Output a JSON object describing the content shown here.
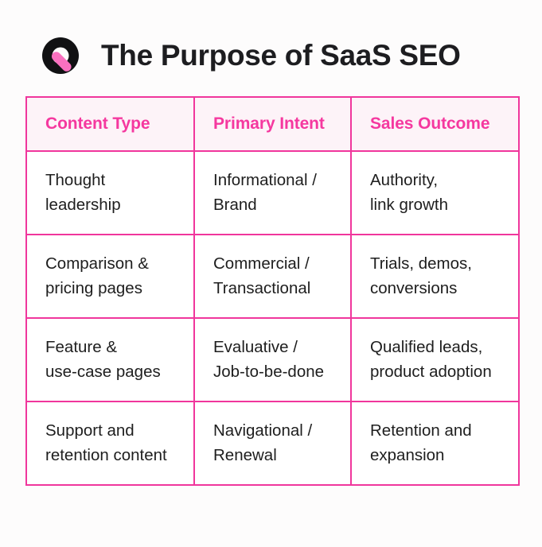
{
  "header": {
    "title": "The Purpose of SaaS SEO",
    "logo_icon": "q-ring-logo-icon"
  },
  "colors": {
    "accent_pink": "#f0369c",
    "header_text_pink": "#f5389f",
    "header_bg_pink": "#fdf3f8",
    "body_text": "#1e1e1e",
    "title_text": "#1d1d20",
    "page_bg": "#fdfcfc",
    "logo_black": "#111113",
    "logo_pink": "#f970bf"
  },
  "table": {
    "columns": [
      {
        "label": "Content Type"
      },
      {
        "label": "Primary Intent"
      },
      {
        "label": "Sales Outcome"
      }
    ],
    "rows": [
      {
        "content_type": {
          "line1": "Thought",
          "line2": "leadership"
        },
        "primary_intent": {
          "line1": "Informational /",
          "line2": "Brand"
        },
        "sales_outcome": {
          "line1": "Authority,",
          "line2": "link growth"
        }
      },
      {
        "content_type": {
          "line1": "Comparison &",
          "line2": "pricing pages"
        },
        "primary_intent": {
          "line1": "Commercial /",
          "line2": "Transactional"
        },
        "sales_outcome": {
          "line1": "Trials, demos,",
          "line2": "conversions"
        }
      },
      {
        "content_type": {
          "line1": "Feature &",
          "line2": "use-case pages"
        },
        "primary_intent": {
          "line1": "Evaluative /",
          "line2": "Job-to-be-done"
        },
        "sales_outcome": {
          "line1": "Qualified leads,",
          "line2": "product adoption"
        }
      },
      {
        "content_type": {
          "line1": "Support and",
          "line2": "retention content"
        },
        "primary_intent": {
          "line1": "Navigational /",
          "line2": "Renewal"
        },
        "sales_outcome": {
          "line1": "Retention and",
          "line2": "expansion"
        }
      }
    ]
  }
}
